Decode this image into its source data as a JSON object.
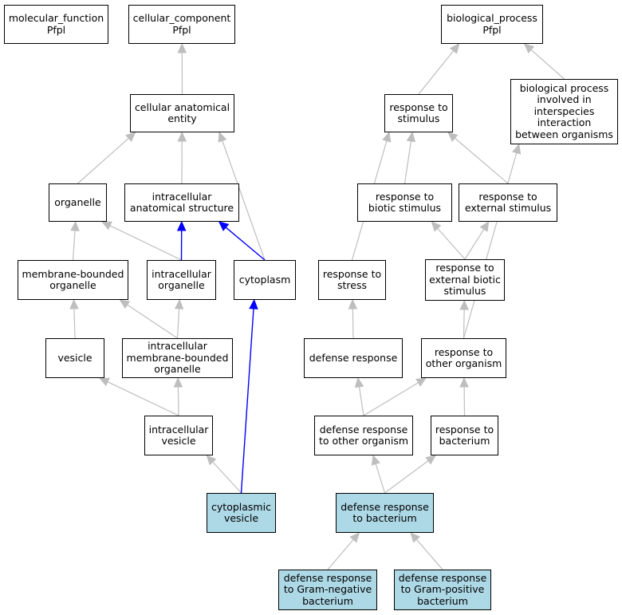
{
  "colors": {
    "edge_default": "#bebebe",
    "edge_highlight": "#0000ff",
    "node_highlight": "#add8e6",
    "node_default": "#ffffff"
  },
  "nodes": [
    {
      "id": "molecular_function",
      "label": "molecular_function\nPfpl",
      "highlight": false
    },
    {
      "id": "cellular_component",
      "label": "cellular_component\nPfpl",
      "highlight": false
    },
    {
      "id": "biological_process",
      "label": "biological_process\nPfpl",
      "highlight": false
    },
    {
      "id": "cellular_anatomical_entity",
      "label": "cellular anatomical\nentity",
      "highlight": false
    },
    {
      "id": "response_to_stimulus",
      "label": "response to\nstimulus",
      "highlight": false
    },
    {
      "id": "bp_interspecies",
      "label": "biological process\ninvolved in\ninterspecies\ninteraction\nbetween organisms",
      "highlight": false
    },
    {
      "id": "organelle",
      "label": "organelle",
      "highlight": false
    },
    {
      "id": "intracellular_anatomical_structure",
      "label": "intracellular\nanatomical structure",
      "highlight": false
    },
    {
      "id": "response_to_biotic_stimulus",
      "label": "response to\nbiotic stimulus",
      "highlight": false
    },
    {
      "id": "response_to_external_stimulus",
      "label": "response to\nexternal stimulus",
      "highlight": false
    },
    {
      "id": "membrane_bounded_organelle",
      "label": "membrane-bounded\norganelle",
      "highlight": false
    },
    {
      "id": "intracellular_organelle",
      "label": "intracellular\norganelle",
      "highlight": false
    },
    {
      "id": "cytoplasm",
      "label": "cytoplasm",
      "highlight": false
    },
    {
      "id": "response_to_stress",
      "label": "response to\nstress",
      "highlight": false
    },
    {
      "id": "response_to_external_biotic_stimulus",
      "label": "response to\nexternal biotic\nstimulus",
      "highlight": false
    },
    {
      "id": "vesicle",
      "label": "vesicle",
      "highlight": false
    },
    {
      "id": "intracellular_membrane_bounded_organelle",
      "label": "intracellular\nmembrane-bounded\norganelle",
      "highlight": false
    },
    {
      "id": "defense_response",
      "label": "defense response",
      "highlight": false
    },
    {
      "id": "response_to_other_organism",
      "label": "response to\nother organism",
      "highlight": false
    },
    {
      "id": "intracellular_vesicle",
      "label": "intracellular\nvesicle",
      "highlight": false
    },
    {
      "id": "defense_response_to_other_organism",
      "label": "defense response\nto other organism",
      "highlight": false
    },
    {
      "id": "response_to_bacterium",
      "label": "response to\nbacterium",
      "highlight": false
    },
    {
      "id": "cytoplasmic_vesicle",
      "label": "cytoplasmic\nvesicle",
      "highlight": true
    },
    {
      "id": "defense_response_to_bacterium",
      "label": "defense response\nto bacterium",
      "highlight": true
    },
    {
      "id": "defense_response_gram_negative",
      "label": "defense response\nto Gram-negative\nbacterium",
      "highlight": true
    },
    {
      "id": "defense_response_gram_positive",
      "label": "defense response\nto Gram-positive\nbacterium",
      "highlight": true
    }
  ],
  "edges": [
    {
      "from": "cellular_anatomical_entity",
      "to": "cellular_component",
      "highlight": false
    },
    {
      "from": "organelle",
      "to": "cellular_anatomical_entity",
      "highlight": false
    },
    {
      "from": "intracellular_anatomical_structure",
      "to": "cellular_anatomical_entity",
      "highlight": false
    },
    {
      "from": "cytoplasm",
      "to": "cellular_anatomical_entity",
      "highlight": false
    },
    {
      "from": "membrane_bounded_organelle",
      "to": "organelle",
      "highlight": false
    },
    {
      "from": "intracellular_organelle",
      "to": "organelle",
      "highlight": false
    },
    {
      "from": "intracellular_organelle",
      "to": "intracellular_anatomical_structure",
      "highlight": true
    },
    {
      "from": "cytoplasm",
      "to": "intracellular_anatomical_structure",
      "highlight": true
    },
    {
      "from": "vesicle",
      "to": "membrane_bounded_organelle",
      "highlight": false
    },
    {
      "from": "intracellular_membrane_bounded_organelle",
      "to": "membrane_bounded_organelle",
      "highlight": false
    },
    {
      "from": "intracellular_membrane_bounded_organelle",
      "to": "intracellular_organelle",
      "highlight": false
    },
    {
      "from": "intracellular_vesicle",
      "to": "vesicle",
      "highlight": false
    },
    {
      "from": "intracellular_vesicle",
      "to": "intracellular_membrane_bounded_organelle",
      "highlight": false
    },
    {
      "from": "cytoplasmic_vesicle",
      "to": "intracellular_vesicle",
      "highlight": false
    },
    {
      "from": "cytoplasmic_vesicle",
      "to": "cytoplasm",
      "highlight": true
    },
    {
      "from": "response_to_stimulus",
      "to": "biological_process",
      "highlight": false
    },
    {
      "from": "bp_interspecies",
      "to": "biological_process",
      "highlight": false
    },
    {
      "from": "response_to_biotic_stimulus",
      "to": "response_to_stimulus",
      "highlight": false
    },
    {
      "from": "response_to_external_stimulus",
      "to": "response_to_stimulus",
      "highlight": false
    },
    {
      "from": "response_to_stress",
      "to": "response_to_stimulus",
      "highlight": false
    },
    {
      "from": "response_to_external_biotic_stimulus",
      "to": "response_to_biotic_stimulus",
      "highlight": false
    },
    {
      "from": "response_to_external_biotic_stimulus",
      "to": "response_to_external_stimulus",
      "highlight": false
    },
    {
      "from": "defense_response",
      "to": "response_to_stress",
      "highlight": false
    },
    {
      "from": "response_to_other_organism",
      "to": "response_to_external_biotic_stimulus",
      "highlight": false
    },
    {
      "from": "response_to_other_organism",
      "to": "bp_interspecies",
      "highlight": false
    },
    {
      "from": "defense_response_to_other_organism",
      "to": "defense_response",
      "highlight": false
    },
    {
      "from": "defense_response_to_other_organism",
      "to": "response_to_other_organism",
      "highlight": false
    },
    {
      "from": "response_to_bacterium",
      "to": "response_to_other_organism",
      "highlight": false
    },
    {
      "from": "defense_response_to_bacterium",
      "to": "defense_response_to_other_organism",
      "highlight": false
    },
    {
      "from": "defense_response_to_bacterium",
      "to": "response_to_bacterium",
      "highlight": false
    },
    {
      "from": "defense_response_gram_negative",
      "to": "defense_response_to_bacterium",
      "highlight": false
    },
    {
      "from": "defense_response_gram_positive",
      "to": "defense_response_to_bacterium",
      "highlight": false
    }
  ]
}
